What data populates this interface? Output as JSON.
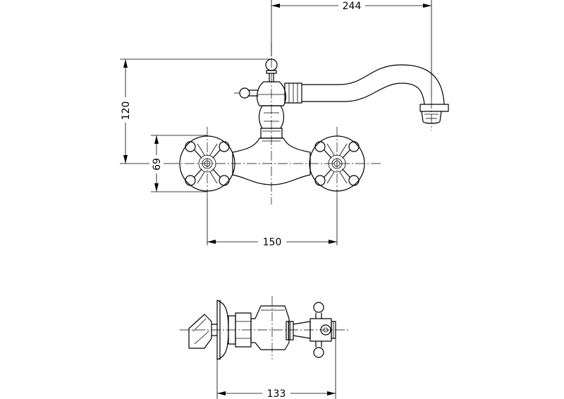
{
  "dimensions": {
    "spout_reach": "244",
    "height": "120",
    "rosette_diameter": "69",
    "centers": "150",
    "depth": "133"
  }
}
